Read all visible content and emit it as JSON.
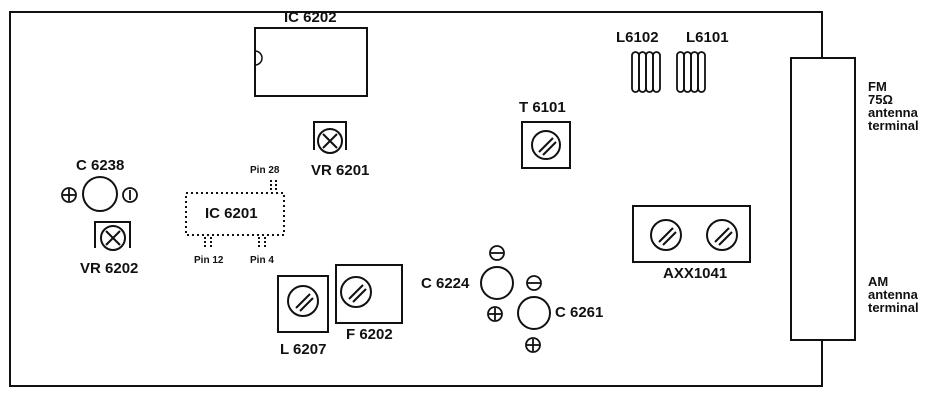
{
  "labels": {
    "ic6202": "IC 6202",
    "l6102": "L6102",
    "l6101": "L6101",
    "t6101": "T 6101",
    "vr6201": "VR 6201",
    "c6238": "C 6238",
    "pin28": "Pin 28",
    "ic6201": "IC 6201",
    "pin12": "Pin 12",
    "pin4": "Pin 4",
    "vr6202": "VR 6202",
    "c6224": "C 6224",
    "c6261": "C 6261",
    "axx1041": "AXX1041",
    "l6207": "L 6207",
    "f6202": "F 6202",
    "fm_line1": "FM",
    "fm_line2": "75Ω",
    "fm_line3": "antenna",
    "fm_line4": "terminal",
    "am_line1": "AM",
    "am_line2": "antenna",
    "am_line3": "terminal"
  }
}
